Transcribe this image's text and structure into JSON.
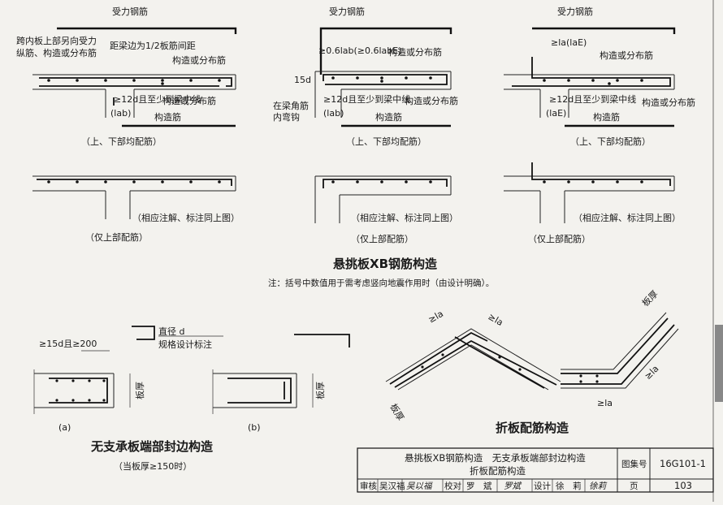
{
  "top_panels": [
    {
      "labels": {
        "main_rebar": "受力钢筋",
        "inner_top": "跨内板上部另向受力",
        "inner_top2": "纵筋、构造或分布筋",
        "spacing": "距梁边为1/2板筋间距",
        "dist1": "构造或分布筋",
        "dist2": "构造或分布筋",
        "anchor": "≥12d且至少到梁中线",
        "anchor_paren": "(lab)",
        "bottom": "构造筋"
      },
      "caption": "（上、下部均配筋）"
    },
    {
      "labels": {
        "main_rebar": "受力钢筋",
        "top_dim": "≥0.6lab(≥0.6labE)",
        "dist1": "构造或分布筋",
        "side_dim": "15d",
        "corner": "在梁角筋",
        "corner2": "内弯钩",
        "anchor": "≥12d且至少到梁中线",
        "anchor_paren": "(lab)",
        "dist2": "构造或分布筋",
        "bottom": "构造筋"
      },
      "caption": "（上、下部均配筋）"
    },
    {
      "labels": {
        "main_rebar": "受力钢筋",
        "top_dim": "≥la(laE)",
        "dist1": "构造或分布筋",
        "anchor": "≥12d且至少到梁中线",
        "anchor_paren": "(laE)",
        "dist2": "构造或分布筋",
        "bottom": "构造筋"
      },
      "caption": "（上、下部均配筋）"
    }
  ],
  "mid_panels": [
    {
      "caption": "（仅上部配筋）",
      "note": "（相应注解、标注同上图）"
    },
    {
      "caption": "（仅上部配筋）",
      "note": "（相应注解、标注同上图）"
    },
    {
      "caption": "（仅上部配筋）",
      "note": "（相应注解、标注同上图）"
    }
  ],
  "main_title": "悬挑板XB钢筋构造",
  "main_note": "注：括号中数值用于需考虑竖向地震作用时（由设计明确）。",
  "edge": {
    "dim_a": "≥15d且≥200",
    "dia": "直径 d",
    "dia_note": "规格设计标注",
    "thick_a": "板厚",
    "thick_b": "板厚",
    "label_a": "(a)",
    "label_b": "(b)",
    "title": "无支承板端部封边构造",
    "subtitle": "（当板厚≥150时）"
  },
  "fold": {
    "la1": "≥la",
    "la2": "≥la",
    "thick_left": "板厚",
    "thick_right": "板厚",
    "la3": "≥la",
    "la4": "≥la",
    "title": "折板配筋构造"
  },
  "title_block": {
    "title_line1": "悬挑板XB钢筋构造　无支承板端部封边构造",
    "title_line2": "折板配筋构造",
    "atlas_label": "图集号",
    "atlas_no": "16G101-1",
    "review_label": "审核",
    "review_name": "吴汉福",
    "review_sign": "吴以福",
    "check_label": "校对",
    "check_name": "罗　斌",
    "check_sign": "罗斌",
    "design_label": "设计",
    "design_name": "徐　莉",
    "design_sign": "徐莉",
    "page_label": "页",
    "page_no": "103"
  }
}
